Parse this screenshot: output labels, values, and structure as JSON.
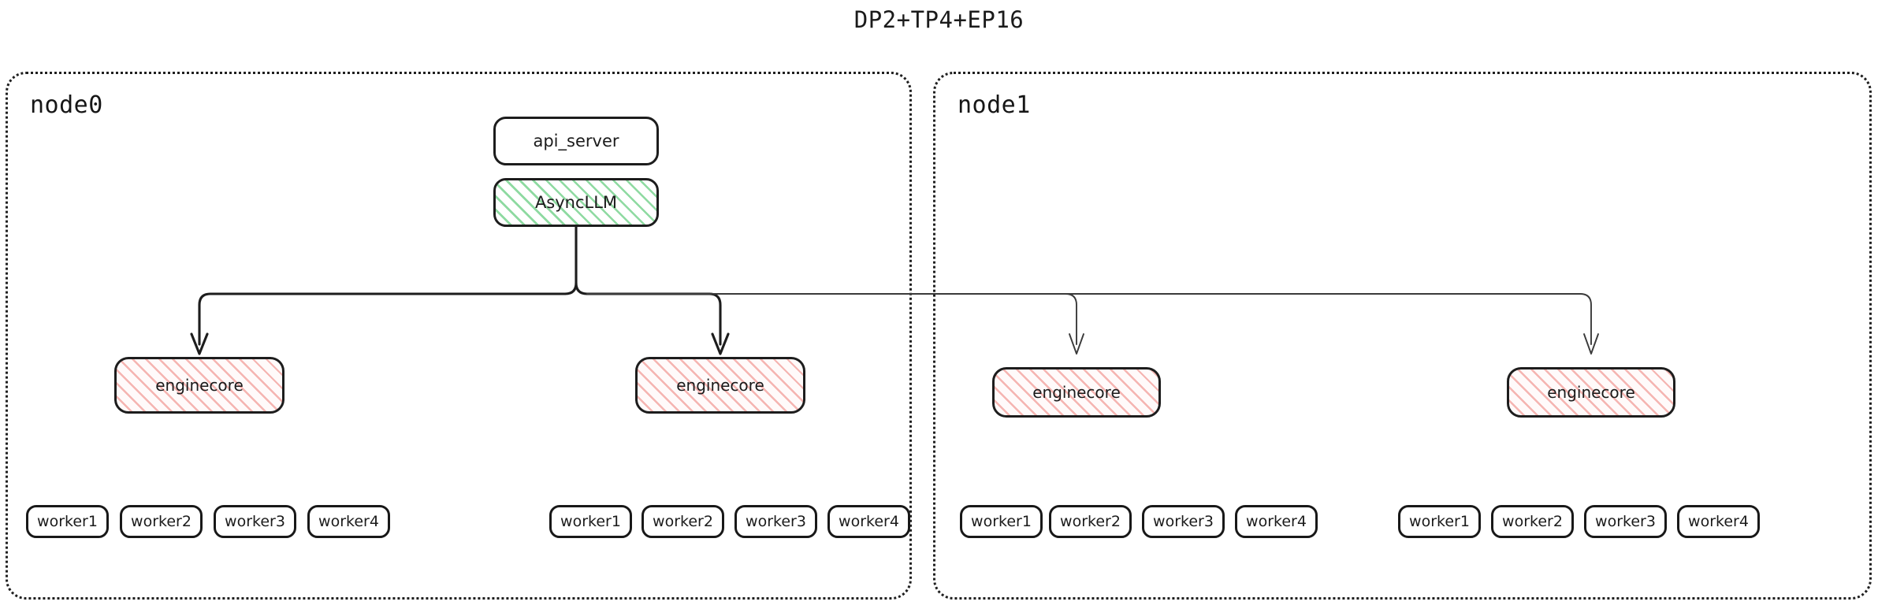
{
  "diagram": {
    "title": "DP2+TP4+EP16",
    "type": "architecture-tree",
    "colors": {
      "stroke": "#1d1d1d",
      "container_border": "#1f1f1f",
      "hatch_green": "#88d89c",
      "hatch_pink": "#f3a8a4",
      "background": "#ffffff"
    }
  },
  "root": {
    "api_server": {
      "label": "api_server"
    },
    "async_llm": {
      "label": "AsyncLLM"
    }
  },
  "nodes": [
    {
      "id": "node0",
      "label": "node0",
      "enginecores": [
        {
          "label": "enginecore",
          "workers": [
            {
              "label": "worker1"
            },
            {
              "label": "worker2"
            },
            {
              "label": "worker3"
            },
            {
              "label": "worker4"
            }
          ]
        },
        {
          "label": "enginecore",
          "workers": [
            {
              "label": "worker1"
            },
            {
              "label": "worker2"
            },
            {
              "label": "worker3"
            },
            {
              "label": "worker4"
            }
          ]
        }
      ]
    },
    {
      "id": "node1",
      "label": "node1",
      "enginecores": [
        {
          "label": "enginecore",
          "workers": [
            {
              "label": "worker1"
            },
            {
              "label": "worker2"
            },
            {
              "label": "worker3"
            },
            {
              "label": "worker4"
            }
          ]
        },
        {
          "label": "enginecore",
          "workers": [
            {
              "label": "worker1"
            },
            {
              "label": "worker2"
            },
            {
              "label": "worker3"
            },
            {
              "label": "worker4"
            }
          ]
        }
      ]
    }
  ]
}
